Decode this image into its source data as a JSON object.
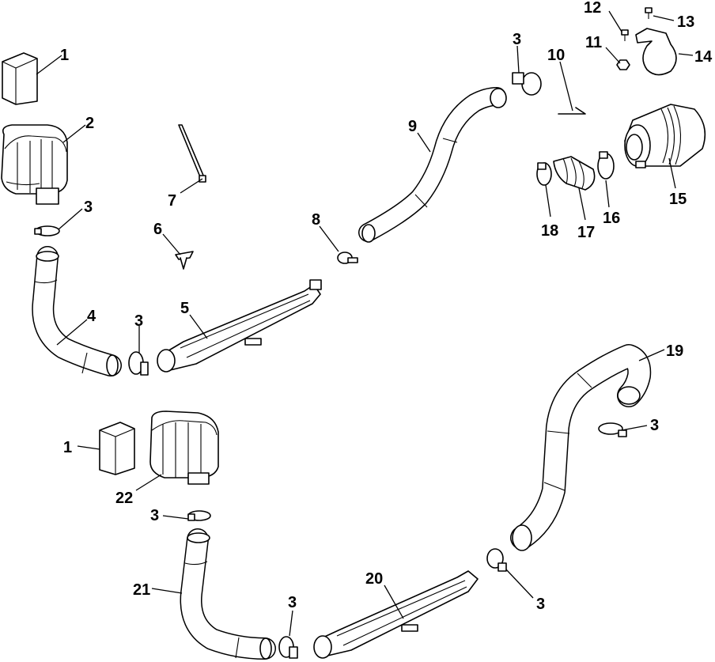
{
  "diagram": {
    "callouts": [
      {
        "id": "c1a",
        "text": "1"
      },
      {
        "id": "c2",
        "text": "2"
      },
      {
        "id": "c3a",
        "text": "3"
      },
      {
        "id": "c4",
        "text": "4"
      },
      {
        "id": "c3b",
        "text": "3"
      },
      {
        "id": "c5",
        "text": "5"
      },
      {
        "id": "c6",
        "text": "6"
      },
      {
        "id": "c7",
        "text": "7"
      },
      {
        "id": "c8",
        "text": "8"
      },
      {
        "id": "c9",
        "text": "9"
      },
      {
        "id": "c3c",
        "text": "3"
      },
      {
        "id": "c10",
        "text": "10"
      },
      {
        "id": "c11",
        "text": "11"
      },
      {
        "id": "c12",
        "text": "12"
      },
      {
        "id": "c13",
        "text": "13"
      },
      {
        "id": "c14",
        "text": "14"
      },
      {
        "id": "c15",
        "text": "15"
      },
      {
        "id": "c16",
        "text": "16"
      },
      {
        "id": "c17",
        "text": "17"
      },
      {
        "id": "c18",
        "text": "18"
      },
      {
        "id": "c19",
        "text": "19"
      },
      {
        "id": "c3d",
        "text": "3"
      },
      {
        "id": "c1b",
        "text": "1"
      },
      {
        "id": "c22",
        "text": "22"
      },
      {
        "id": "c3e",
        "text": "3"
      },
      {
        "id": "c21",
        "text": "21"
      },
      {
        "id": "c3f",
        "text": "3"
      },
      {
        "id": "c20",
        "text": "20"
      },
      {
        "id": "c3g",
        "text": "3"
      }
    ]
  }
}
